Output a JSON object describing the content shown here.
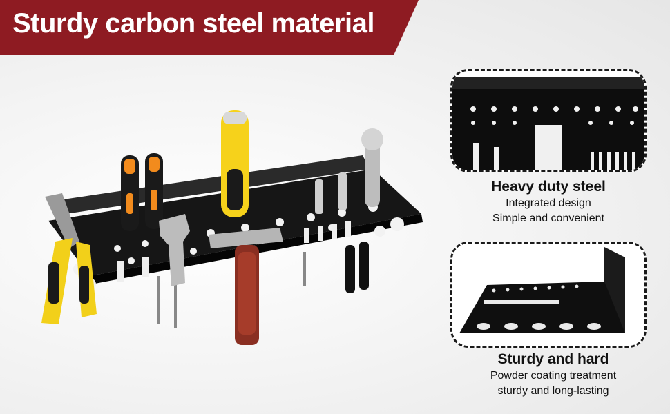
{
  "banner": {
    "title": "Sturdy carbon steel material",
    "color": "#8e1b22"
  },
  "hero": {
    "tools": [
      "pliers-icon",
      "screwdriver-icon",
      "hammer-icon",
      "wrench-icon",
      "tool-rack-icon"
    ]
  },
  "features": [
    {
      "title": "Heavy duty steel",
      "lines": [
        "Integrated design",
        "Simple and convenient"
      ],
      "icon": "steel-panel-closeup-icon"
    },
    {
      "title": "Sturdy and hard",
      "lines": [
        "Powder coating treatment",
        "sturdy and long-lasting"
      ],
      "icon": "shelf-side-view-icon"
    }
  ]
}
